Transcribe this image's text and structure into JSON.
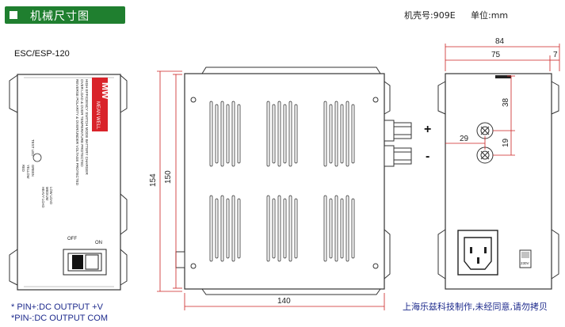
{
  "header": {
    "title": "机械尺寸图",
    "model_code": "机壳号:909E",
    "unit": "单位:mm"
  },
  "model_name": "ESC/ESP-120",
  "front_panel": {
    "brand_logo": "MW",
    "brand_name": "MEAN WELL",
    "spec_lines": [
      "HIGH EFFICIENCY SWITCH MODE BATTERY CHARGER",
      "OVER LOAD & OVER TEMPERATURE PROTECTED",
      "REVERSE POLARITY & OVER/UNDER VOLTAGE PROTECTED"
    ],
    "led_label": "TEST LED",
    "led_green": "GREEN",
    "led_yellow": "YELLOW",
    "led_red": "RED",
    "load_legend": [
      "LOW LOAD",
      "MEDIUM",
      "HEAVY LOAD"
    ],
    "switch_off": "OFF",
    "switch_on": "ON"
  },
  "dimensions": {
    "height_overall": "154",
    "height_body": "150",
    "length": "140",
    "depth_overall": "84",
    "depth_body": "75",
    "depth_offset": "7",
    "terminal_v": "38",
    "terminal_h": "29",
    "terminal_spacing": "19"
  },
  "terminals": {
    "plus": "+",
    "minus": "-"
  },
  "voltage_selector": "230V",
  "notes": [
    "* PIN+:DC OUTPUT +V",
    "*PIN-:DC OUTPUT COM"
  ],
  "copyright": "上海乐兹科技制作,未经同意,请勿拷贝",
  "colors": {
    "title_bg": "#1f7f2f",
    "dim_line": "#cc2222",
    "note_text": "#1d2a8c",
    "logo_red": "#d9232a"
  }
}
